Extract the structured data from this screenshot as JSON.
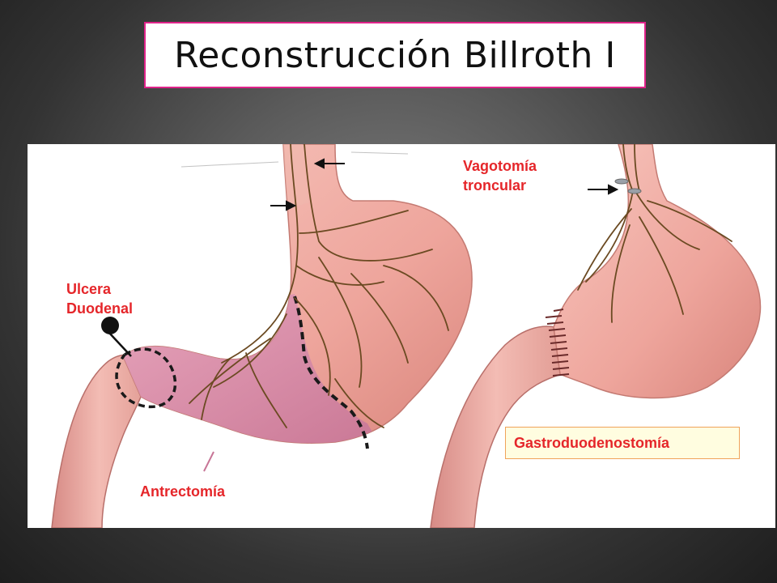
{
  "title": "Reconstrucción Billroth I",
  "labels": {
    "vagotomia": {
      "line1": "Vagotomía",
      "line2": "troncular"
    },
    "ulcera": {
      "line1": "Ulcera",
      "line2": "Duodenal"
    },
    "antrectomia": "Antrectomía",
    "gastroduodenostomia": "Gastroduodenostomía"
  },
  "colors": {
    "label_text": "#e5262a",
    "title_border": "#e0238a",
    "stomach": "#f2b0a8",
    "antrum": "#d98aa8",
    "nerve": "#6b4a22"
  }
}
